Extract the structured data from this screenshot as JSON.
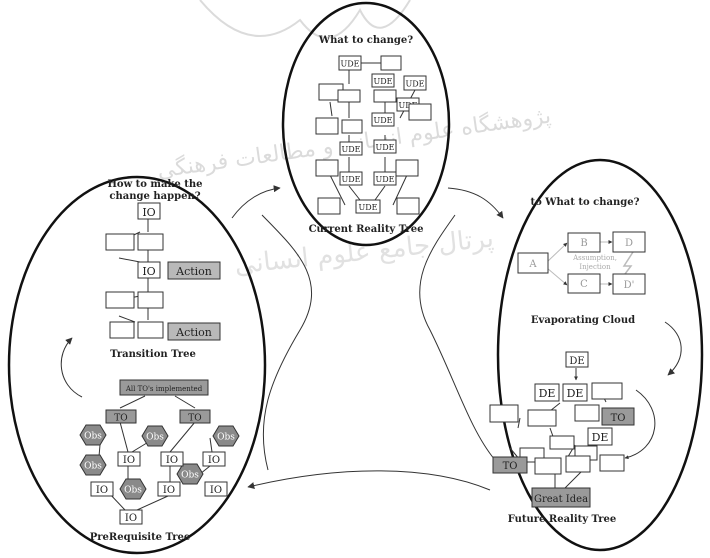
{
  "watermark": {
    "line1": "پژوهشگاه علوم انسانی و مطالعات فرهنگی",
    "line2": "پرتال جامع علوم انسانی"
  },
  "current_reality": {
    "question": "What to change?",
    "caption": "Current Reality Tree",
    "node_label": "UDE"
  },
  "evaporating_cloud": {
    "question": "to What to change?",
    "caption": "Evaporating Cloud",
    "a": "A",
    "b": "B",
    "c": "C",
    "d": "D",
    "d_prime": "D'",
    "injection_line1": "Assumption,",
    "injection_line2": "Injection"
  },
  "future_reality": {
    "caption": "Future Reality Tree",
    "de": "DE",
    "to": "TO",
    "great_idea": "Great Idea"
  },
  "transition": {
    "question_line1": "How to make the",
    "question_line2": "change happen?",
    "caption": "Transition Tree",
    "io": "IO",
    "action": "Action"
  },
  "prerequisite": {
    "caption": "PreRequisite Tree",
    "all_to": "All TO's implemented",
    "to": "TO",
    "io": "IO",
    "obs": "Obs"
  },
  "colors": {
    "line": "#333333",
    "action_fill": "#b9b9b9",
    "to_fill": "#9a9a9a",
    "obs_fill": "#8a8a8a",
    "faded_line": "#bbbbbb"
  }
}
